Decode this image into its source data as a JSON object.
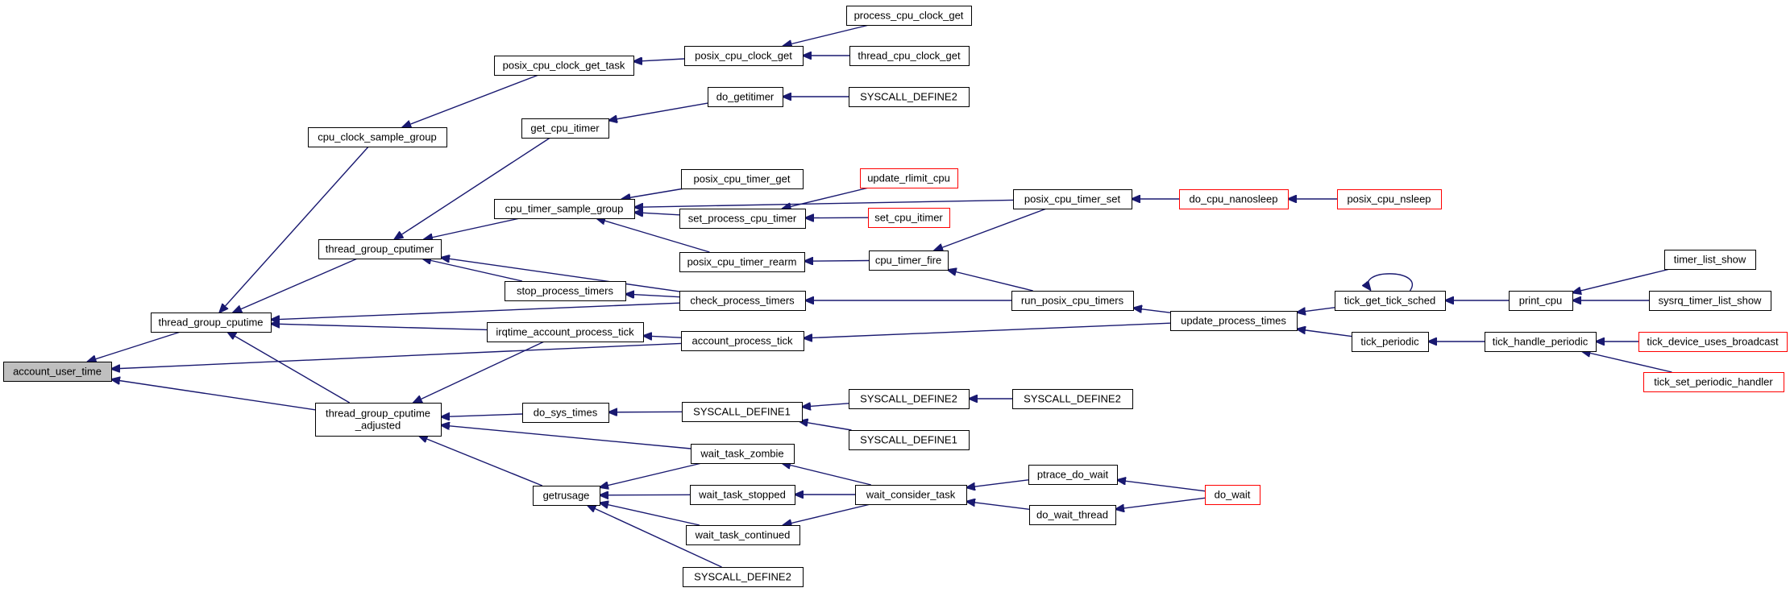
{
  "graph": {
    "nodes": [
      {
        "id": "account_user_time",
        "lines": [
          "account_user_time"
        ],
        "highlight": true,
        "truncated": false
      },
      {
        "id": "thread_group_cputime",
        "lines": [
          "thread_group_cputime"
        ]
      },
      {
        "id": "thread_group_cputime_adjusted",
        "lines": [
          "thread_group_cputime",
          "_adjusted"
        ]
      },
      {
        "id": "cpu_clock_sample_group",
        "lines": [
          "cpu_clock_sample_group"
        ]
      },
      {
        "id": "thread_group_cputimer",
        "lines": [
          "thread_group_cputimer"
        ]
      },
      {
        "id": "irqtime_account_process_tick",
        "lines": [
          "irqtime_account_process_tick"
        ]
      },
      {
        "id": "do_sys_times",
        "lines": [
          "do_sys_times"
        ]
      },
      {
        "id": "getrusage",
        "lines": [
          "getrusage"
        ]
      },
      {
        "id": "posix_cpu_clock_get_task",
        "lines": [
          "posix_cpu_clock_get_task"
        ]
      },
      {
        "id": "get_cpu_itimer",
        "lines": [
          "get_cpu_itimer"
        ]
      },
      {
        "id": "cpu_timer_sample_group",
        "lines": [
          "cpu_timer_sample_group"
        ]
      },
      {
        "id": "stop_process_timers",
        "lines": [
          "stop_process_timers"
        ]
      },
      {
        "id": "posix_cpu_clock_get",
        "lines": [
          "posix_cpu_clock_get"
        ]
      },
      {
        "id": "do_getitimer",
        "lines": [
          "do_getitimer"
        ]
      },
      {
        "id": "posix_cpu_timer_get",
        "lines": [
          "posix_cpu_timer_get"
        ]
      },
      {
        "id": "set_process_cpu_timer",
        "lines": [
          "set_process_cpu_timer"
        ]
      },
      {
        "id": "posix_cpu_timer_rearm",
        "lines": [
          "posix_cpu_timer_rearm"
        ]
      },
      {
        "id": "check_process_timers",
        "lines": [
          "check_process_timers"
        ]
      },
      {
        "id": "account_process_tick",
        "lines": [
          "account_process_tick"
        ]
      },
      {
        "id": "SYSCALL_DEFINE1_a",
        "lines": [
          "SYSCALL_DEFINE1"
        ]
      },
      {
        "id": "wait_task_zombie",
        "lines": [
          "wait_task_zombie"
        ]
      },
      {
        "id": "wait_task_stopped",
        "lines": [
          "wait_task_stopped"
        ]
      },
      {
        "id": "wait_task_continued",
        "lines": [
          "wait_task_continued"
        ]
      },
      {
        "id": "SYSCALL_DEFINE2_getrusage",
        "lines": [
          "SYSCALL_DEFINE2"
        ]
      },
      {
        "id": "process_cpu_clock_get",
        "lines": [
          "process_cpu_clock_get"
        ]
      },
      {
        "id": "thread_cpu_clock_get",
        "lines": [
          "thread_cpu_clock_get"
        ]
      },
      {
        "id": "SYSCALL_DEFINE2_getitimer",
        "lines": [
          "SYSCALL_DEFINE2"
        ]
      },
      {
        "id": "update_rlimit_cpu",
        "lines": [
          "update_rlimit_cpu"
        ],
        "truncated": true
      },
      {
        "id": "set_cpu_itimer",
        "lines": [
          "set_cpu_itimer"
        ],
        "truncated": true
      },
      {
        "id": "cpu_timer_fire",
        "lines": [
          "cpu_timer_fire"
        ]
      },
      {
        "id": "SYSCALL_DEFINE2_b",
        "lines": [
          "SYSCALL_DEFINE2"
        ]
      },
      {
        "id": "SYSCALL_DEFINE1_b",
        "lines": [
          "SYSCALL_DEFINE1"
        ]
      },
      {
        "id": "wait_consider_task",
        "lines": [
          "wait_consider_task"
        ]
      },
      {
        "id": "posix_cpu_timer_set",
        "lines": [
          "posix_cpu_timer_set"
        ]
      },
      {
        "id": "run_posix_cpu_timers",
        "lines": [
          "run_posix_cpu_timers"
        ]
      },
      {
        "id": "SYSCALL_DEFINE2_c",
        "lines": [
          "SYSCALL_DEFINE2"
        ]
      },
      {
        "id": "ptrace_do_wait",
        "lines": [
          "ptrace_do_wait"
        ]
      },
      {
        "id": "do_wait_thread",
        "lines": [
          "do_wait_thread"
        ]
      },
      {
        "id": "do_cpu_nanosleep",
        "lines": [
          "do_cpu_nanosleep"
        ],
        "truncated": true
      },
      {
        "id": "update_process_times",
        "lines": [
          "update_process_times"
        ]
      },
      {
        "id": "do_wait",
        "lines": [
          "do_wait"
        ],
        "truncated": true
      },
      {
        "id": "posix_cpu_nsleep",
        "lines": [
          "posix_cpu_nsleep"
        ],
        "truncated": true
      },
      {
        "id": "tick_get_tick_sched",
        "lines": [
          "tick_get_tick_sched"
        ]
      },
      {
        "id": "tick_periodic",
        "lines": [
          "tick_periodic"
        ]
      },
      {
        "id": "print_cpu",
        "lines": [
          "print_cpu"
        ]
      },
      {
        "id": "tick_handle_periodic",
        "lines": [
          "tick_handle_periodic"
        ]
      },
      {
        "id": "timer_list_show",
        "lines": [
          "timer_list_show"
        ]
      },
      {
        "id": "sysrq_timer_list_show",
        "lines": [
          "sysrq_timer_list_show"
        ]
      },
      {
        "id": "tick_device_uses_broadcast",
        "lines": [
          "tick_device_uses_broadcast"
        ],
        "truncated": true
      },
      {
        "id": "tick_set_periodic_handler",
        "lines": [
          "tick_set_periodic_handler"
        ],
        "truncated": true
      }
    ],
    "edges": [
      [
        "thread_group_cputime",
        "account_user_time"
      ],
      [
        "thread_group_cputime_adjusted",
        "account_user_time"
      ],
      [
        "account_process_tick",
        "account_user_time"
      ],
      [
        "cpu_clock_sample_group",
        "thread_group_cputime"
      ],
      [
        "thread_group_cputimer",
        "thread_group_cputime"
      ],
      [
        "irqtime_account_process_tick",
        "thread_group_cputime"
      ],
      [
        "thread_group_cputime_adjusted",
        "thread_group_cputime"
      ],
      [
        "check_process_timers",
        "thread_group_cputime"
      ],
      [
        "posix_cpu_clock_get_task",
        "cpu_clock_sample_group"
      ],
      [
        "posix_cpu_clock_get",
        "posix_cpu_clock_get_task"
      ],
      [
        "process_cpu_clock_get",
        "posix_cpu_clock_get"
      ],
      [
        "thread_cpu_clock_get",
        "posix_cpu_clock_get"
      ],
      [
        "get_cpu_itimer",
        "thread_group_cputimer"
      ],
      [
        "cpu_timer_sample_group",
        "thread_group_cputimer"
      ],
      [
        "stop_process_timers",
        "thread_group_cputimer"
      ],
      [
        "check_process_timers",
        "thread_group_cputimer"
      ],
      [
        "do_getitimer",
        "get_cpu_itimer"
      ],
      [
        "SYSCALL_DEFINE2_getitimer",
        "do_getitimer"
      ],
      [
        "posix_cpu_timer_get",
        "cpu_timer_sample_group"
      ],
      [
        "set_process_cpu_timer",
        "cpu_timer_sample_group"
      ],
      [
        "posix_cpu_timer_rearm",
        "cpu_timer_sample_group"
      ],
      [
        "posix_cpu_timer_set",
        "cpu_timer_sample_group"
      ],
      [
        "update_rlimit_cpu",
        "set_process_cpu_timer"
      ],
      [
        "set_cpu_itimer",
        "set_process_cpu_timer"
      ],
      [
        "cpu_timer_fire",
        "posix_cpu_timer_rearm"
      ],
      [
        "check_process_timers",
        "stop_process_timers"
      ],
      [
        "run_posix_cpu_timers",
        "check_process_timers"
      ],
      [
        "account_process_tick",
        "irqtime_account_process_tick"
      ],
      [
        "update_process_times",
        "account_process_tick"
      ],
      [
        "posix_cpu_timer_set",
        "cpu_timer_fire"
      ],
      [
        "run_posix_cpu_timers",
        "cpu_timer_fire"
      ],
      [
        "do_cpu_nanosleep",
        "posix_cpu_timer_set"
      ],
      [
        "posix_cpu_nsleep",
        "do_cpu_nanosleep"
      ],
      [
        "update_process_times",
        "run_posix_cpu_timers"
      ],
      [
        "tick_get_tick_sched",
        "update_process_times"
      ],
      [
        "tick_periodic",
        "update_process_times"
      ],
      [
        "tick_get_tick_sched",
        "tick_get_tick_sched"
      ],
      [
        "print_cpu",
        "tick_get_tick_sched"
      ],
      [
        "timer_list_show",
        "print_cpu"
      ],
      [
        "sysrq_timer_list_show",
        "print_cpu"
      ],
      [
        "tick_handle_periodic",
        "tick_periodic"
      ],
      [
        "tick_device_uses_broadcast",
        "tick_handle_periodic"
      ],
      [
        "tick_set_periodic_handler",
        "tick_handle_periodic"
      ],
      [
        "irqtime_account_process_tick",
        "thread_group_cputime_adjusted"
      ],
      [
        "do_sys_times",
        "thread_group_cputime_adjusted"
      ],
      [
        "getrusage",
        "thread_group_cputime_adjusted"
      ],
      [
        "wait_task_zombie",
        "thread_group_cputime_adjusted"
      ],
      [
        "SYSCALL_DEFINE1_a",
        "do_sys_times"
      ],
      [
        "SYSCALL_DEFINE2_b",
        "SYSCALL_DEFINE1_a"
      ],
      [
        "SYSCALL_DEFINE1_b",
        "SYSCALL_DEFINE1_a"
      ],
      [
        "SYSCALL_DEFINE2_c",
        "SYSCALL_DEFINE2_b"
      ],
      [
        "wait_task_zombie",
        "getrusage"
      ],
      [
        "wait_task_stopped",
        "getrusage"
      ],
      [
        "wait_task_continued",
        "getrusage"
      ],
      [
        "SYSCALL_DEFINE2_getrusage",
        "getrusage"
      ],
      [
        "wait_consider_task",
        "wait_task_zombie"
      ],
      [
        "wait_consider_task",
        "wait_task_stopped"
      ],
      [
        "wait_consider_task",
        "wait_task_continued"
      ],
      [
        "ptrace_do_wait",
        "wait_consider_task"
      ],
      [
        "do_wait_thread",
        "wait_consider_task"
      ],
      [
        "do_wait",
        "ptrace_do_wait"
      ],
      [
        "do_wait",
        "do_wait_thread"
      ]
    ]
  }
}
